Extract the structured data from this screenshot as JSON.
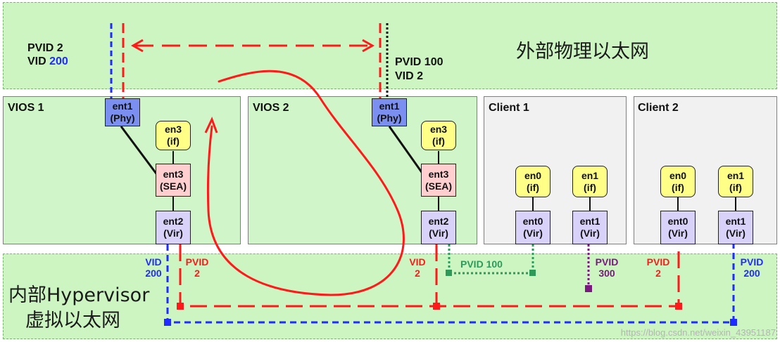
{
  "external": {
    "title": "外部物理以太网"
  },
  "hypervisor": {
    "title_line1": "内部Hypervisor",
    "title_line2": "虚拟以太网"
  },
  "left_labels": {
    "pvid": "PVID 2",
    "vid_prefix": "VID ",
    "vid_value": "200"
  },
  "right_labels": {
    "pvid": "PVID 100",
    "vid": "VID 2"
  },
  "vios1": {
    "title": "VIOS 1",
    "phy": {
      "line1": "ent1",
      "line2": "(Phy)"
    },
    "ifc": {
      "line1": "en3",
      "line2": "(if)"
    },
    "sea": {
      "line1": "ent3",
      "line2": "(SEA)"
    },
    "vir": {
      "line1": "ent2",
      "line2": "(Vir)"
    }
  },
  "vios2": {
    "title": "VIOS 2",
    "phy": {
      "line1": "ent1",
      "line2": "(Phy)"
    },
    "ifc": {
      "line1": "en3",
      "line2": "(if)"
    },
    "sea": {
      "line1": "ent3",
      "line2": "(SEA)"
    },
    "vir": {
      "line1": "ent2",
      "line2": "(Vir)"
    }
  },
  "client1": {
    "title": "Client 1",
    "if0": {
      "line1": "en0",
      "line2": "(if)"
    },
    "if1": {
      "line1": "en1",
      "line2": "(if)"
    },
    "vir0": {
      "line1": "ent0",
      "line2": "(Vir)"
    },
    "vir1": {
      "line1": "ent1",
      "line2": "(Vir)"
    }
  },
  "client2": {
    "title": "Client 2",
    "if0": {
      "line1": "en0",
      "line2": "(if)"
    },
    "if1": {
      "line1": "en1",
      "line2": "(if)"
    },
    "vir0": {
      "line1": "ent0",
      "line2": "(Vir)"
    },
    "vir1": {
      "line1": "ent1",
      "line2": "(Vir)"
    }
  },
  "hyp_labels": {
    "vios1_vid": {
      "line1": "VID",
      "line2": "200"
    },
    "vios1_pvid": {
      "line1": "PVID",
      "line2": "2"
    },
    "vios2_vid": {
      "line1": "VID",
      "line2": "2"
    },
    "c1_pvid100": "PVID 100",
    "c1_pvid300": {
      "line1": "PVID",
      "line2": "300"
    },
    "c2_pvid2": {
      "line1": "PVID",
      "line2": "2"
    },
    "c2_pvid200": {
      "line1": "PVID",
      "line2": "200"
    }
  },
  "colors": {
    "red": "#ff1a1a",
    "blue": "#1f2cff",
    "green": "#2e9a5a",
    "purple": "#7a1880",
    "black": "#111111"
  },
  "watermark": "https://blog.csdn.net/weixin_43951187"
}
